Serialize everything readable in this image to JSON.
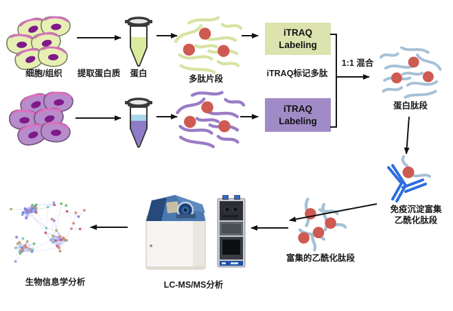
{
  "labels": {
    "cells_tissue": "细胞/组织",
    "extract_protein": "提取蛋白质",
    "protein": "蛋白",
    "peptide_fragments": "多肽片段",
    "itraq_box": "iTRAQ\nLabeling",
    "itraq_labeled_peptides": "iTRAQ标记多肽",
    "mix_ratio": "1:1 混合",
    "protein_peptides": "蛋白肽段",
    "ip_enrichment": "免疫沉淀富集\n乙酰化肽段",
    "enriched_peptides": "富集的乙酰化肽段",
    "lcmsms_analysis": "LC-MS/MS分析",
    "bioinformatics_analysis": "生物信息学分析"
  },
  "colors": {
    "text": "#1a1a1a",
    "arrow": "#111111",
    "box_green": "#dce3ae",
    "box_purple": "#a18bc7",
    "cell_green": "#e7efb4",
    "cell_purple": "#b78ccb",
    "cell_stroke_green": "#77805e",
    "cell_stroke_purple": "#6d4f78",
    "cell_accent_green": "#d86fc0",
    "cell_accent_purple": "#e06fc0",
    "nucleus": "#7e1a8a",
    "red_dot": "#cf5a51",
    "pep_green": "#d7e3a3",
    "pep_purple": "#9a7cc5",
    "pep_blue": "#a6c1d6",
    "antibody_blue": "#2e6ee0",
    "liquid_green": "#dbeb9e",
    "liquid_purple": "#8f7cc9",
    "band_blue": "#a9d6ec"
  }
}
